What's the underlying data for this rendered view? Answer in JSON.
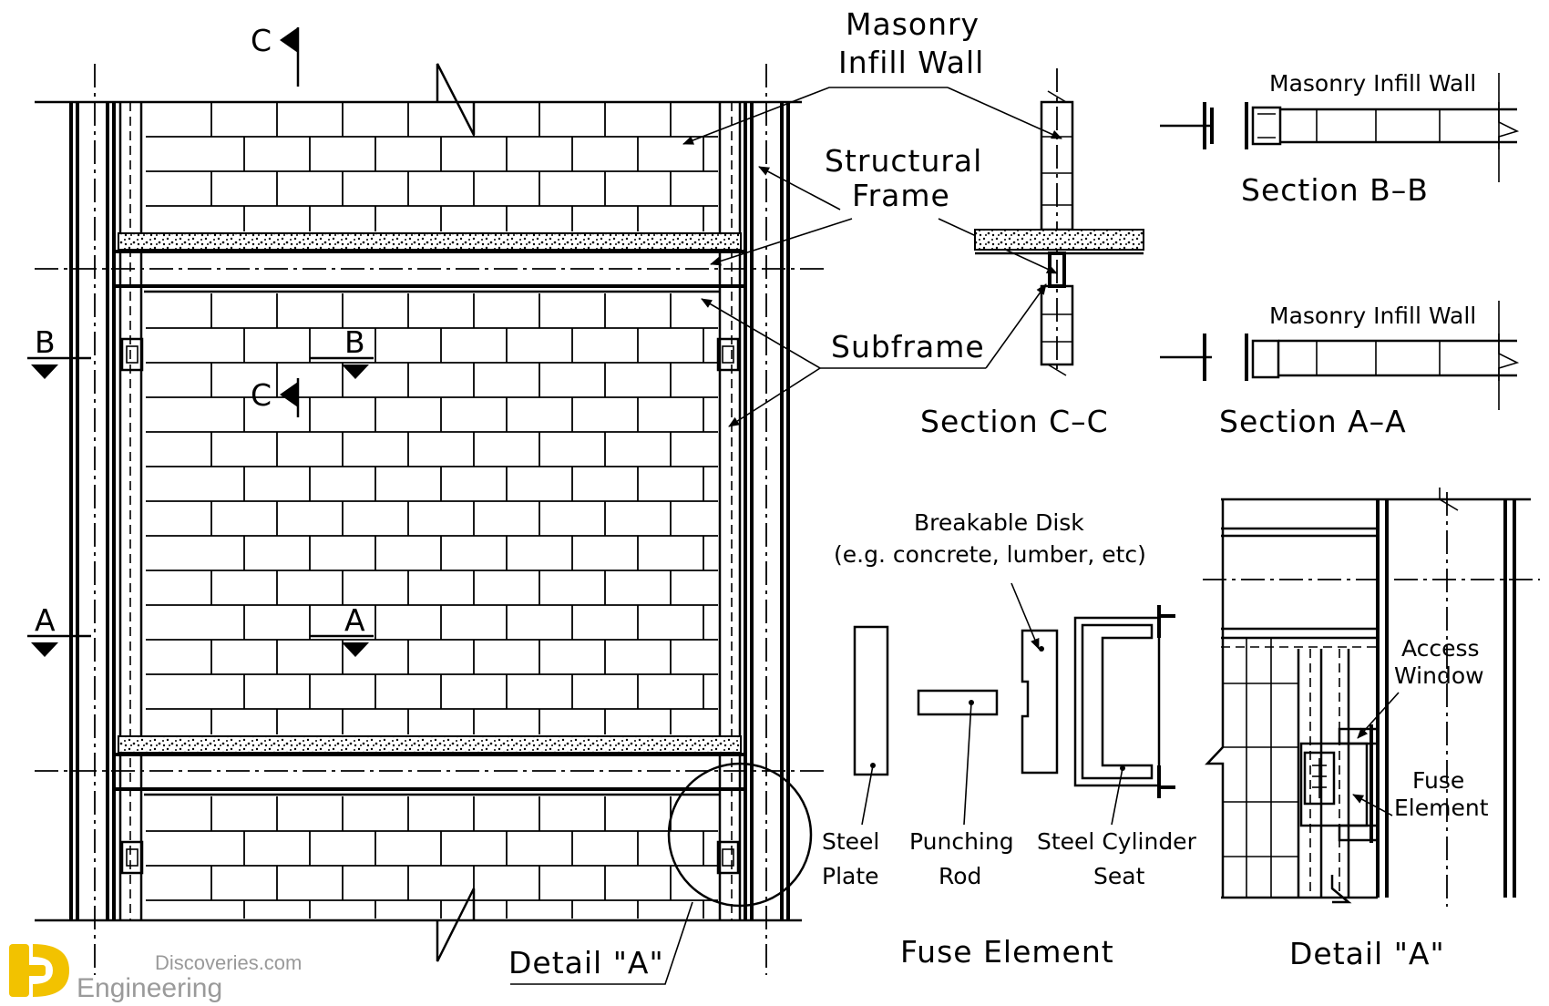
{
  "labels": {
    "masonry_infill_wall_main": [
      "Masonry",
      "Infill Wall"
    ],
    "structural_frame": [
      "Structural",
      "Frame"
    ],
    "subframe": "Subframe",
    "detail_a_callout": "Detail \"A\"",
    "section_cc": "Section C–C",
    "section_bb": "Section B–B",
    "section_aa": "Section A–A",
    "masonry_infill_wall_bb": "Masonry Infill Wall",
    "masonry_infill_wall_aa": "Masonry Infill Wall",
    "breakable_disk": [
      "Breakable Disk",
      "(e.g. concrete, lumber, etc)"
    ],
    "steel_plate": [
      "Steel",
      "Plate"
    ],
    "punching_rod": [
      "Punching",
      "Rod"
    ],
    "steel_cylinder_seat": [
      "Steel Cylinder",
      "Seat"
    ],
    "fuse_element_title": "Fuse Element",
    "access_window": [
      "Access",
      "Window"
    ],
    "fuse_element_detail": [
      "Fuse",
      "Element"
    ],
    "detail_a_title": "Detail \"A\""
  },
  "section_markers": {
    "c_top": "C",
    "c_mid": "C",
    "b_left": "B",
    "b_mid": "B",
    "a_left": "A",
    "a_mid": "A"
  },
  "watermark": {
    "line1": "Discoveries.com",
    "line2": "Engineering",
    "logo_color": "#f2c200"
  }
}
